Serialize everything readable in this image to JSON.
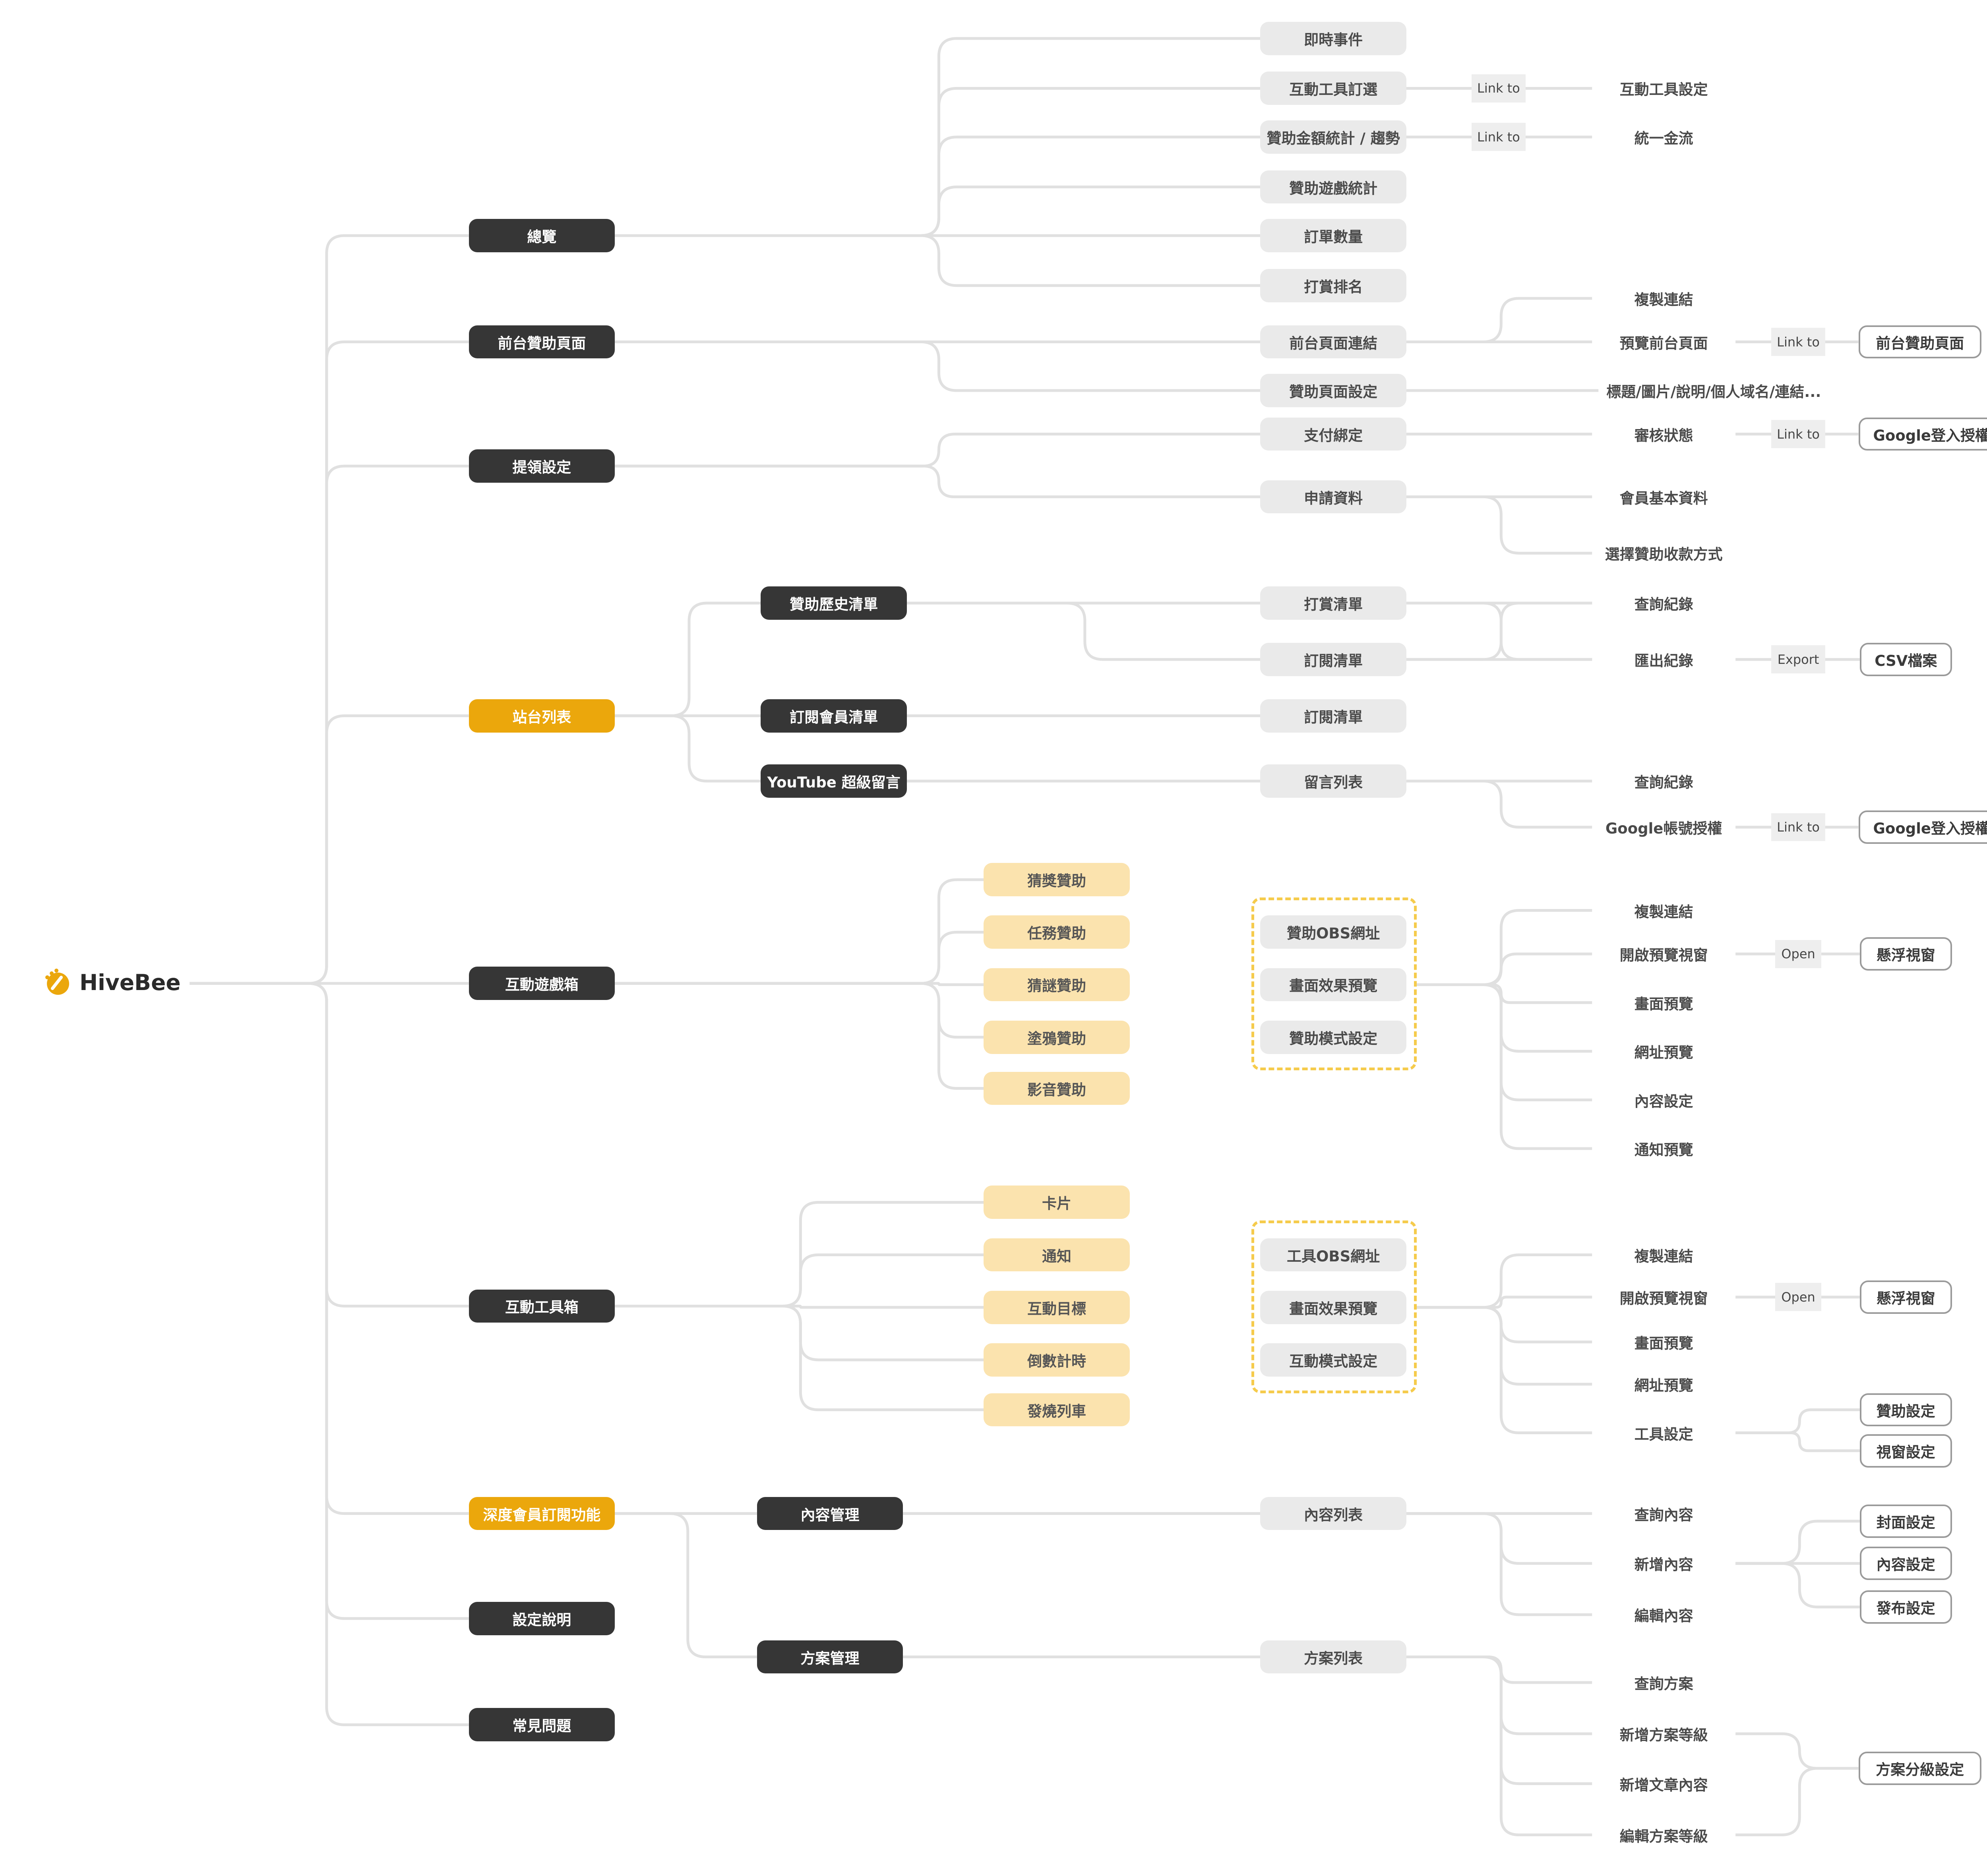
{
  "brand": {
    "name": "HiveBee",
    "icon": "hivebee-logo-icon",
    "color": "#EBA70C"
  },
  "colors": {
    "line": "#E0E0E0",
    "dark_node": "#363636",
    "accent_node": "#EBA70C",
    "gray_node": "#EAEAEA",
    "yellow_node": "#FBE3AE",
    "group_border": "#F5CB4C",
    "outline_border": "#9A9A9A"
  },
  "nodes": {
    "root": "HiveBee",
    "l1": {
      "overview": "總覽",
      "front_page": "前台贊助頁面",
      "withdraw": "提領設定",
      "station": "站台列表",
      "game_box": "互動遊戲箱",
      "tool_box": "互動工具箱",
      "deep_member": "深度會員訂閱功能",
      "settings_help": "設定說明",
      "faq": "常見問題"
    },
    "l2": {
      "sponsor_history": "贊助歷史清單",
      "sub_member_list": "訂閱會員清單",
      "youtube_superchat": "YouTube 超級留言",
      "content_mgmt": "內容管理",
      "plan_mgmt": "方案管理"
    },
    "games": {
      "guess_prize": "猜獎贊助",
      "task": "任務贊助",
      "riddle": "猜謎贊助",
      "doodle": "塗鴉贊助",
      "video": "影音贊助"
    },
    "tools": {
      "card": "卡片",
      "notify": "通知",
      "goal": "互動目標",
      "countdown": "倒數計時",
      "burning": "發燒列車"
    },
    "l3": {
      "instant_event": "即時事件",
      "tool_subscribe": "互動工具訂選",
      "amount_stats": "贊助金額統計 / 趨勢",
      "game_stats": "贊助遊戲統計",
      "order_count": "訂單數量",
      "tip_rank": "打賞排名",
      "front_link": "前台頁面連結",
      "page_settings": "贊助頁面設定",
      "payment_bind": "支付綁定",
      "apply_info": "申請資料",
      "tip_list": "打賞清單",
      "sub_list_a": "訂閱清單",
      "sub_list_b": "訂閱清單",
      "comment_list": "留言列表",
      "game_obs_url": "贊助OBS網址",
      "game_preview": "畫面效果預覽",
      "game_mode": "贊助模式設定",
      "tool_obs_url": "工具OBS網址",
      "tool_preview": "畫面效果預覽",
      "tool_mode": "互動模式設定",
      "content_list": "內容列表",
      "plan_list": "方案列表"
    },
    "l4": {
      "tool_settings_link": "互動工具設定",
      "unified_cash": "統一金流",
      "copy_link_1": "複製連結",
      "preview_front": "預覽前台頁面",
      "page_fields": "標題/圖片/說明/個人域名/連結...",
      "review_status": "審核狀態",
      "member_basic": "會員基本資料",
      "choose_payout": "選擇贊助收款方式",
      "query_record_1": "查詢紀錄",
      "export_record": "匯出紀錄",
      "query_record_2": "查詢紀錄",
      "google_account_auth": "Google帳號授權",
      "copy_link_2": "複製連結",
      "open_preview_1": "開啟預覽視窗",
      "screen_preview_1": "畫面預覽",
      "url_preview_1": "網址預覽",
      "content_settings_1": "內容設定",
      "notify_preview": "通知預覽",
      "copy_link_3": "複製連結",
      "open_preview_2": "開啟預覽視窗",
      "screen_preview_2": "畫面預覽",
      "url_preview_2": "網址預覽",
      "tool_settings": "工具設定",
      "query_content": "查詢內容",
      "add_content": "新增內容",
      "edit_content": "編輯內容",
      "query_plan": "查詢方案",
      "add_plan_level": "新增方案等級",
      "add_article": "新增文章內容",
      "edit_plan_level": "編輯方案等級"
    },
    "tags": {
      "link_to_1": "Link to",
      "link_to_2": "Link to",
      "link_to_3": "Link to",
      "link_to_4": "Link to",
      "export": "Export",
      "link_to_5": "Link to",
      "open_1": "Open",
      "open_2": "Open"
    },
    "targets": {
      "front_page_target": "前台贊助頁面",
      "google_login_1": "Google登入授權",
      "csv_file": "CSV檔案",
      "google_login_2": "Google登入授權",
      "float_window_1": "懸浮視窗",
      "float_window_2": "懸浮視窗",
      "sponsor_settings": "贊助設定",
      "window_settings": "視窗設定",
      "cover_settings": "封面設定",
      "content_settings_2": "內容設定",
      "publish_settings": "發布設定",
      "plan_tier_settings": "方案分級設定"
    }
  }
}
